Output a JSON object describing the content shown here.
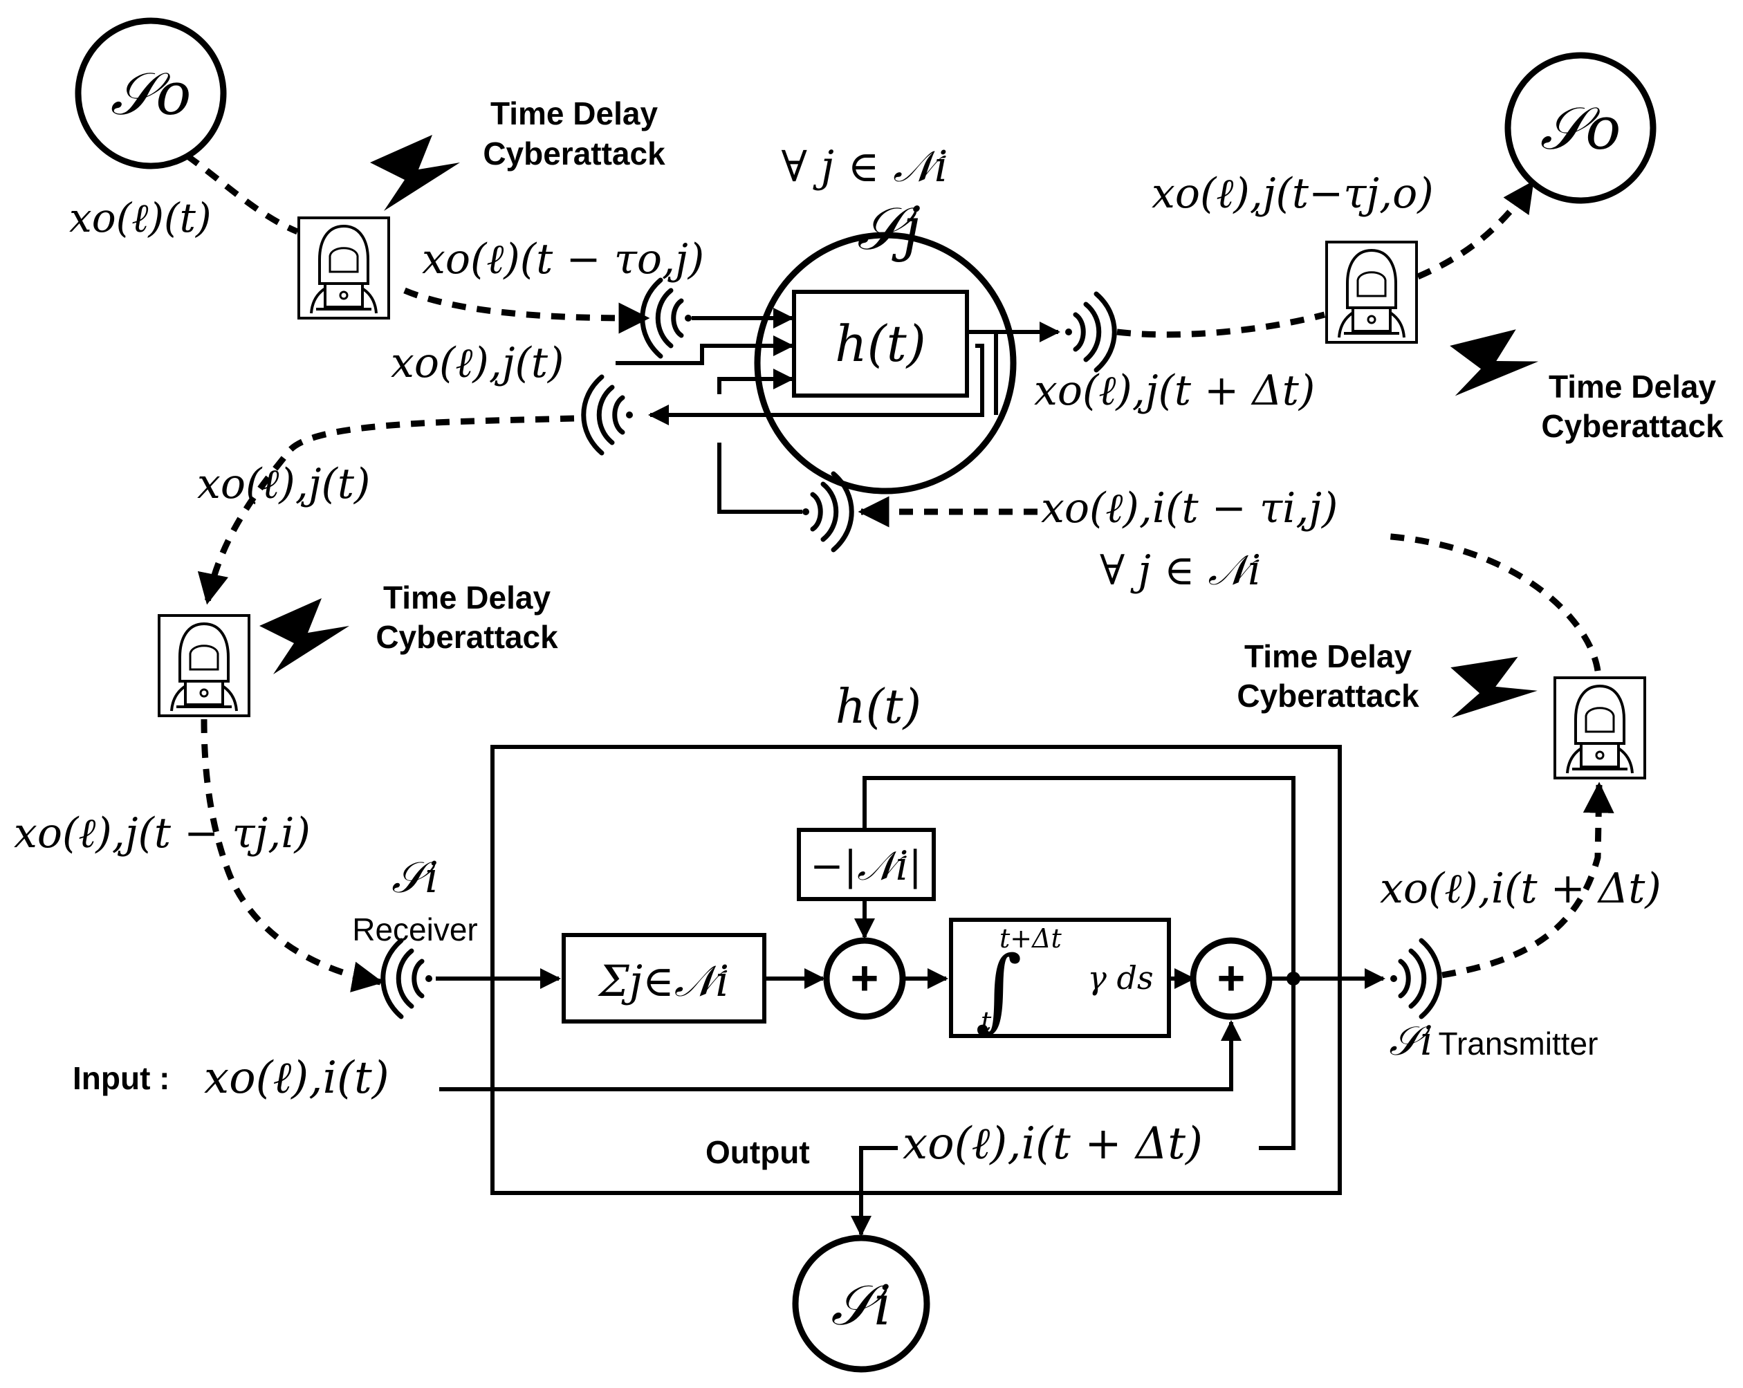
{
  "nodes": {
    "so_left": "𝒮o",
    "so_right": "𝒮o",
    "si_bottom": "𝒮i",
    "sj_center": "𝒮j"
  },
  "attack_label_line1": "Time Delay",
  "attack_label_line2": "Cyberattack",
  "signals": {
    "so_left_out": "xo(ℓ)(t)",
    "delayed_o_j": "xo(ℓ)(t − τo,j)",
    "sj_input": "xo(ℓ),j(t)",
    "sj_output": "xo(ℓ),j(t + Δt)",
    "to_so_right": "xo(ℓ),j(t−τj,o)",
    "sj_left_out": "xo(ℓ),j(t)",
    "delayed_j_i": "xo(ℓ),j(t − τj,i)",
    "delayed_i_j": "xo(ℓ),i(t − τi,j)",
    "si_tx_out": "xo(ℓ),i(t + Δt)",
    "input_signal": "xo(ℓ),i(t)",
    "output_signal": "xo(ℓ),i(t + Δt)"
  },
  "forall_top": "∀ j ∈ 𝒩i",
  "forall_mid": "∀ j ∈ 𝒩i",
  "h_small": "h(t)",
  "h_big_title": "h(t)",
  "blocks": {
    "sum": "Σj∈𝒩i",
    "neg_ni": "−|𝒩i|",
    "plus": "+",
    "integral_sign": "∫",
    "integral_upper": "t+Δt",
    "integral_lower": "t",
    "integrand": "γ ds"
  },
  "labels": {
    "si_sym": "𝒮i",
    "receiver": "Receiver",
    "si_tx_sym": "𝒮i",
    "transmitter": "Transmitter",
    "input": "Input :",
    "output": "Output"
  }
}
